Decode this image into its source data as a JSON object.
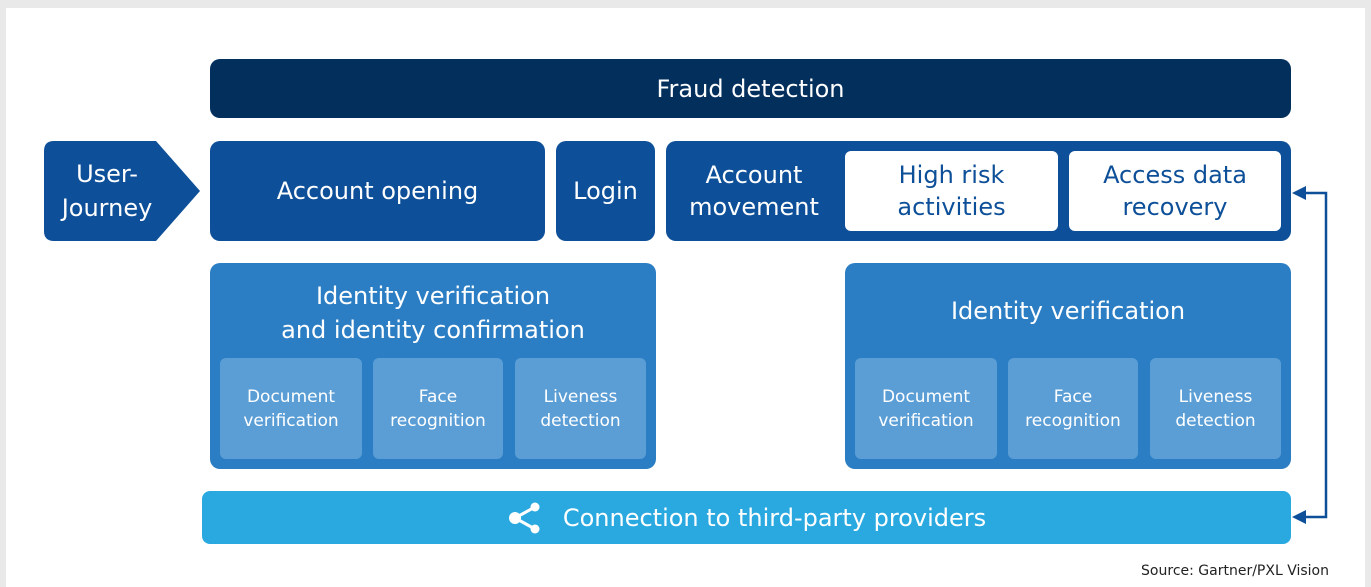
{
  "fraud_detection": "Fraud detection",
  "user_journey": "User-\nJourney",
  "account_opening": "Account opening",
  "login": "Login",
  "account_movement": "Account\nmovement",
  "high_risk_activities": "High risk\nactivities",
  "access_data_recovery": "Access data\nrecovery",
  "panel_left": {
    "title": "Identity verification\nand identity confirmation",
    "items": [
      "Document\nverification",
      "Face\nrecognition",
      "Liveness\ndetection"
    ]
  },
  "panel_right": {
    "title": "Identity verification",
    "items": [
      "Document\nverification",
      "Face\nrecognition",
      "Liveness\ndetection"
    ]
  },
  "connection": "Connection to third-party providers",
  "source": "Source: Gartner/PXL Vision",
  "icons": {
    "connection": "share-icon"
  },
  "colors": {
    "navy": "#032f5c",
    "dark_blue": "#0d4f98",
    "mid_blue": "#2c7ec4",
    "light_blue": "#5b9ed6",
    "cyan": "#2aa9e0"
  }
}
